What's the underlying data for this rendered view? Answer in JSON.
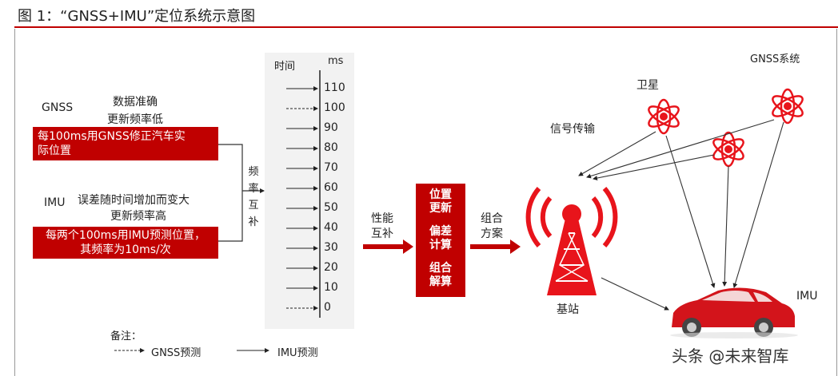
{
  "title": "图 1：“GNSS+IMU”定位系统示意图",
  "gnss": {
    "name": "GNSS",
    "desc_1": "数据准确",
    "desc_2": "更新频率低",
    "box_1": "每100ms用GNSS修正汽车实",
    "box_2": "际位置"
  },
  "imu": {
    "name": "IMU",
    "desc_1": "误差随时间增加而变大",
    "desc_2": "更新频率高",
    "box_1": "每两个100ms用IMU预测位置，",
    "box_2": "其频率为10ms/次"
  },
  "timeline": {
    "time_label": "时间",
    "unit": "ms",
    "ticks": [
      110,
      100,
      90,
      80,
      70,
      60,
      50,
      40,
      30,
      20,
      10,
      0
    ],
    "dashed_ticks": [
      100,
      0
    ]
  },
  "freq_comp": {
    "chars": [
      "频",
      "率",
      "互",
      "补"
    ]
  },
  "perf_comp": {
    "line_1": "性能",
    "line_2": "互补"
  },
  "process": {
    "step_1a": "位置",
    "step_1b": "更新",
    "step_2a": "偏差",
    "step_2b": "计算",
    "step_3a": "组合",
    "step_3b": "解算"
  },
  "combo": {
    "line_1": "组合",
    "line_2": "方案"
  },
  "right": {
    "gnss_system": "GNSS系统",
    "satellite": "卫星",
    "signal": "信号传输",
    "station": "基站",
    "imu": "IMU"
  },
  "legend": {
    "note": "备注：",
    "gnss_predict": "GNSS预测",
    "imu_predict": "IMU预测"
  },
  "watermark": "头条 @未来智库",
  "colors": {
    "accent": "#c00000",
    "tower": "#e8141b",
    "timeline_bg": "#f2f2f2"
  }
}
